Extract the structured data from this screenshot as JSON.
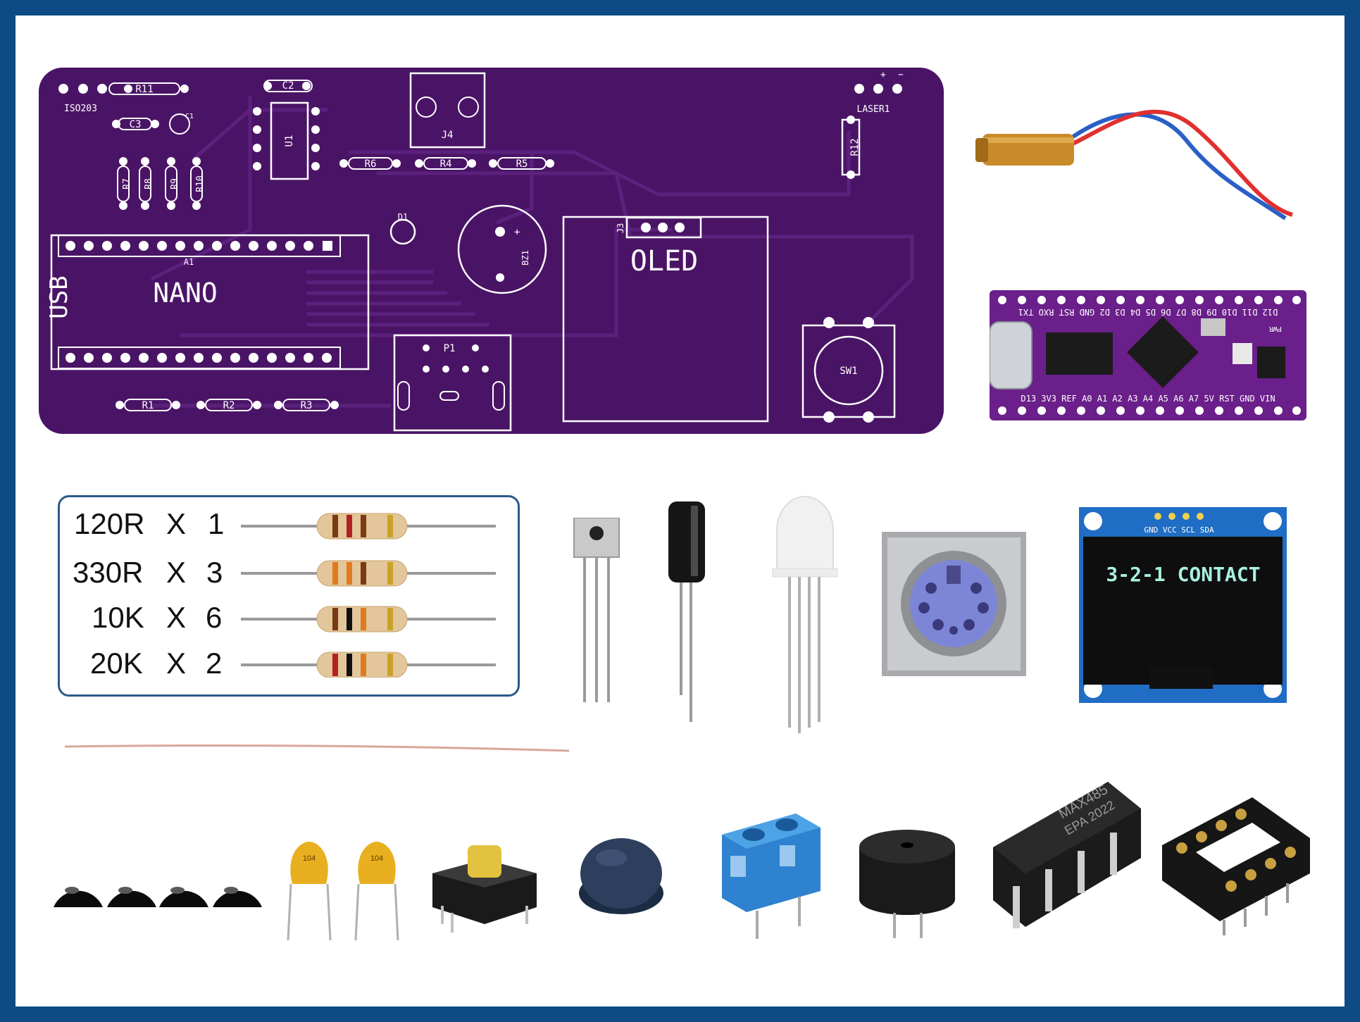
{
  "pcb": {
    "silkscreen": {
      "iso": "ISO203",
      "r11": "R11",
      "c2": "C2",
      "c3": "C3",
      "c1": "C1",
      "u1": "U1",
      "j4": "J4",
      "laser": "LASER1",
      "laser_plus": "+",
      "laser_minus": "−",
      "r12": "R12",
      "r6": "R6",
      "r4": "R4",
      "r5": "R5",
      "r7": "R7",
      "r8": "R8",
      "r9": "R9",
      "r10": "R10",
      "d1": "D1",
      "bz1": "BZ1",
      "bz_plus": "+",
      "j3": "J3",
      "oled": "OLED",
      "a1": "A1",
      "usb": "USB",
      "nano": "NANO",
      "p1": "P1",
      "sw1": "SW1",
      "r1": "R1",
      "r2": "R2",
      "r3": "R3"
    },
    "colors": {
      "board": "#4a1466",
      "silk": "#ffffff"
    }
  },
  "nano_board": {
    "top_pins": "D12 D11 D10 D9 D8 D7 D6 D5 D4 D3 D2 GND RST RXO TX1",
    "bottom_pins": "D13 3V3 REF A0 A1 A2 A3 A4 A5 A6 A7 5V RST GND VIN",
    "pwr": "PWR"
  },
  "resistors": [
    {
      "value": "120R",
      "x": "X",
      "qty": "1"
    },
    {
      "value": "330R",
      "x": "X",
      "qty": "3"
    },
    {
      "value": "10K",
      "x": "X",
      "qty": "6"
    },
    {
      "value": "20K",
      "x": "X",
      "qty": "2"
    }
  ],
  "oled_module": {
    "pins": "GND VCC SCL SDA",
    "screen_text": "3-2-1 CONTACT"
  },
  "capacitor_label": "104",
  "ic_chip": {
    "line1": "MAX485",
    "line2": "EPA 2022"
  },
  "icons": [
    "laser-module-icon",
    "ir-receiver-icon",
    "electrolytic-capacitor-icon",
    "rgb-led-icon",
    "mini-din-socket-icon",
    "wire-icon",
    "rubber-feet-icon",
    "ceramic-capacitor-icon",
    "tactile-switch-icon",
    "button-cap-icon",
    "screw-terminal-icon",
    "buzzer-icon",
    "ic-chip-icon",
    "ic-socket-icon"
  ]
}
